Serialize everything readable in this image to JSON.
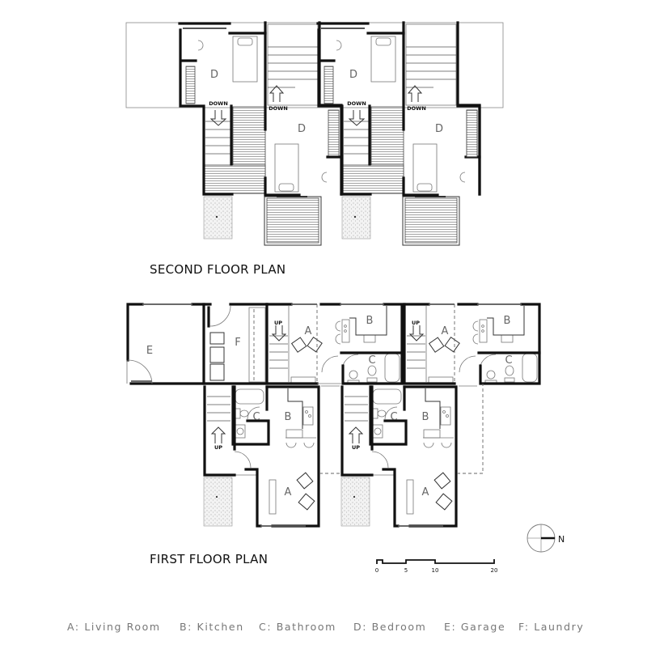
{
  "second_floor": {
    "title": "SECOND FLOOR PLAN",
    "rooms": [
      "D",
      "D",
      "D",
      "D"
    ],
    "stair_labels": [
      "DOWN",
      "DOWN",
      "DOWN",
      "DOWN"
    ]
  },
  "first_floor": {
    "title": "FIRST FLOOR PLAN",
    "garage": "E",
    "laundry": "F",
    "upper_row": {
      "living": [
        "A",
        "A"
      ],
      "kitchen": [
        "B",
        "B"
      ],
      "bath": [
        "C",
        "C"
      ],
      "stair": [
        "UP",
        "UP"
      ]
    },
    "lower_row": {
      "living": [
        "A",
        "A"
      ],
      "kitchen": [
        "B",
        "B"
      ],
      "bath": [
        "C",
        "C"
      ],
      "stair": [
        "UP",
        "UP"
      ]
    }
  },
  "scale_bar": {
    "ticks": [
      "0",
      "5",
      "10",
      "20"
    ]
  },
  "north_arrow": {
    "label": "N"
  },
  "legend": {
    "items": [
      "A: Living Room",
      "B: Kitchen",
      "C: Bathroom",
      "D: Bedroom",
      "E: Garage",
      "F: Laundry"
    ]
  }
}
